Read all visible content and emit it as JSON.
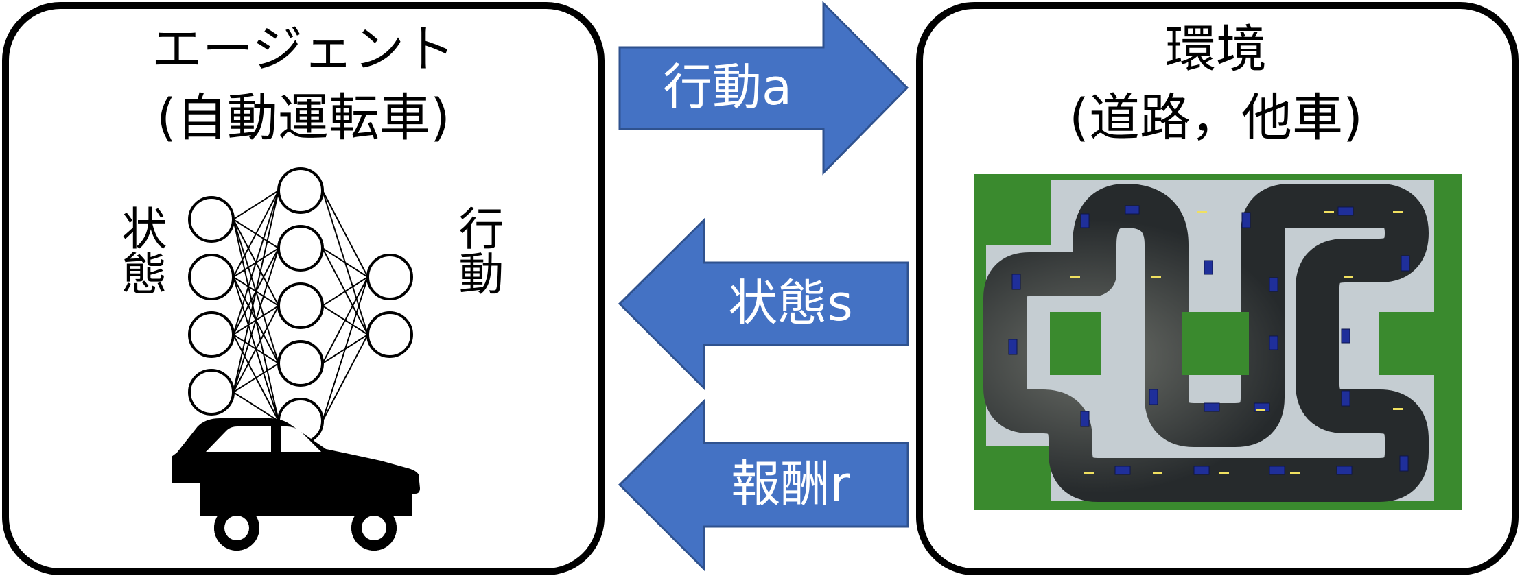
{
  "agent": {
    "title": "エージェント",
    "subtitle": "(自動運転車)",
    "state_label": "状態",
    "action_label": "行動"
  },
  "environment": {
    "title": "環境",
    "subtitle": "(道路，他車)"
  },
  "arrows": {
    "action": "行動a",
    "state": "状態s",
    "reward": "報酬r"
  },
  "colors": {
    "arrow_fill": "#4472c4",
    "arrow_stroke": "#2f528f",
    "grass": "#3a8a2e",
    "road": "#262a2c",
    "sidewalk": "#c5cdd2",
    "car": "#1f2f9a"
  },
  "icons": {
    "network": "neural-network-icon",
    "car": "car-icon"
  }
}
